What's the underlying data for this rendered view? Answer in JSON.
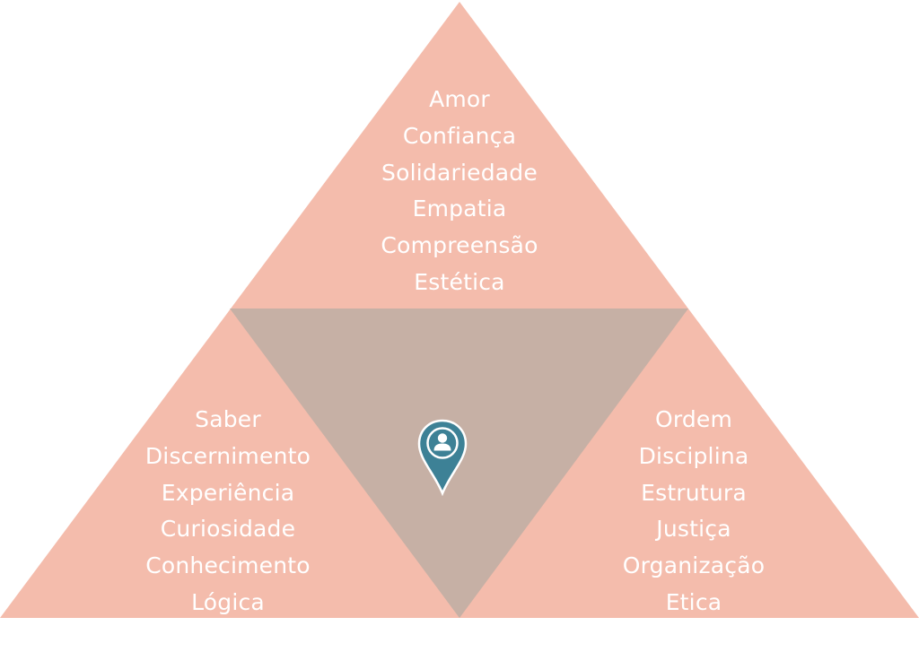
{
  "colors": {
    "outer_triangle": "#f4bcac",
    "inner_triangle": "#c6b0a5",
    "text": "#ffffff",
    "marker": "#3d8196",
    "marker_inner": "#ffffff"
  },
  "marker_icon": "person-location-pin-icon",
  "top_group": {
    "items": [
      "Amor",
      "Confiança",
      "Solidariedade",
      "Empatia",
      "Compreensão",
      "Estética"
    ]
  },
  "left_group": {
    "items": [
      "Saber",
      "Discernimento",
      "Experiência",
      "Curiosidade",
      "Conhecimento",
      "Lógica"
    ]
  },
  "right_group": {
    "items": [
      "Ordem",
      "Disciplina",
      "Estrutura",
      "Justiça",
      "Organização",
      "Etica"
    ]
  }
}
